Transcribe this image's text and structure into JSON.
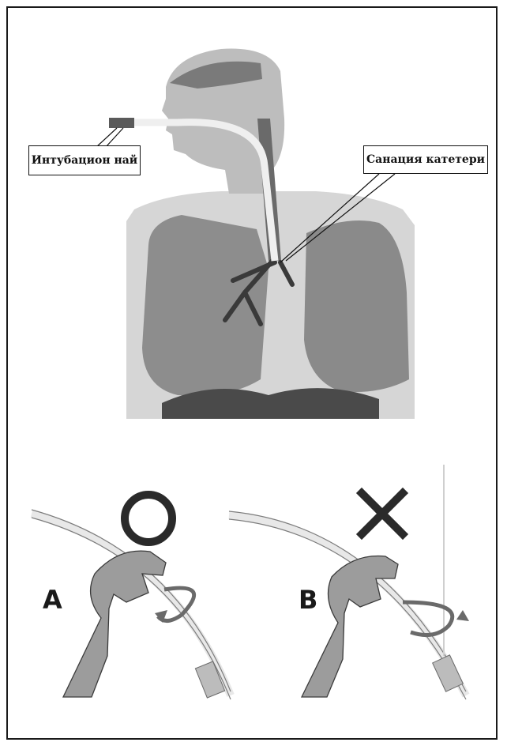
{
  "labels": {
    "intubation_tube": "Интубацион най",
    "suction_catheter": "Санация катетери"
  },
  "panels": [
    {
      "letter": "A",
      "mark": "correct-circle"
    },
    {
      "letter": "B",
      "mark": "incorrect-cross"
    }
  ],
  "colors": {
    "border": "#1a1a1a",
    "figure_gray": "#a8a8a8",
    "lung_dark": "#6e6e6e",
    "glove": "#9c9c9c"
  }
}
